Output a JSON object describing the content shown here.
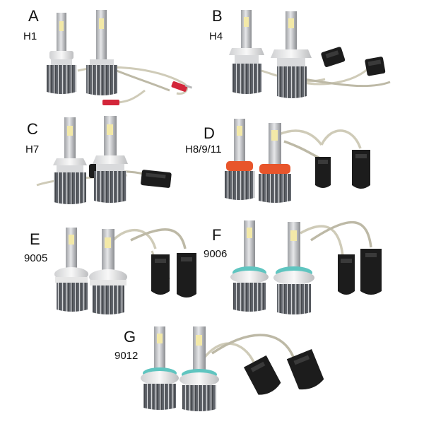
{
  "panels": [
    {
      "letter": "A",
      "model": "H1"
    },
    {
      "letter": "B",
      "model": "H4"
    },
    {
      "letter": "C",
      "model": "H7"
    },
    {
      "letter": "D",
      "model": "H8/9/11"
    },
    {
      "letter": "E",
      "model": "9005"
    },
    {
      "letter": "F",
      "model": "9006"
    },
    {
      "letter": "G",
      "model": "9012"
    }
  ],
  "colors": {
    "heatsink": "#5d6066",
    "heatsink_fin": "#c9ccd0",
    "neck": "#c8c9cb",
    "chip": "#f3e9a8",
    "collar_orange": "#e8552b",
    "collar_teal": "#5fc5c0",
    "connector": "#1c1c1c",
    "cable": "#cfcbb8",
    "wire_red": "#d3263a"
  }
}
